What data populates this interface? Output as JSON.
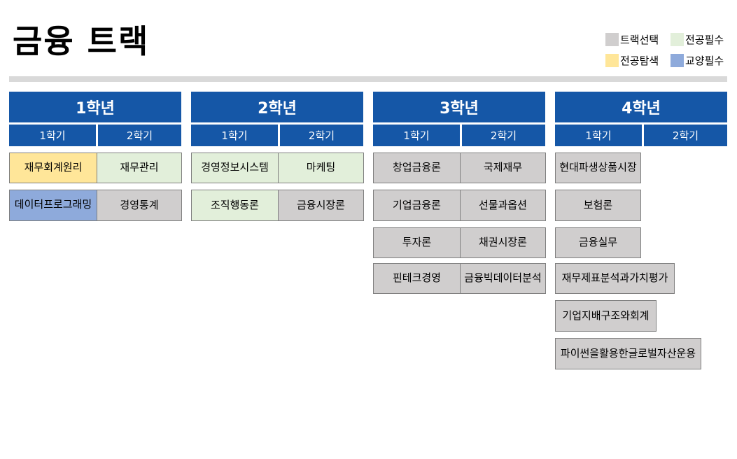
{
  "title": "금융 트랙",
  "legend": [
    {
      "label": "트랙선택",
      "color": "#d0cece"
    },
    {
      "label": "전공필수",
      "color": "#e2efda"
    },
    {
      "label": "전공탐색",
      "color": "#ffe699"
    },
    {
      "label": "교양필수",
      "color": "#8eaadb"
    }
  ],
  "years": [
    {
      "label": "1학년",
      "semesters": [
        "1학기",
        "2학기"
      ]
    },
    {
      "label": "2학년",
      "semesters": [
        "1학기",
        "2학기"
      ]
    },
    {
      "label": "3학년",
      "semesters": [
        "1학기",
        "2학기"
      ]
    },
    {
      "label": "4학년",
      "semesters": [
        "1학기",
        "2학기"
      ]
    }
  ],
  "courses": [
    {
      "name": "재무회계원리",
      "year": 1,
      "semester": 1,
      "category": "전공탐색"
    },
    {
      "name": "데이터프로그래밍",
      "year": 1,
      "semester": 1,
      "category": "교양필수"
    },
    {
      "name": "재무관리",
      "year": 1,
      "semester": 2,
      "category": "전공필수"
    },
    {
      "name": "경영통계",
      "year": 1,
      "semester": 2,
      "category": "트랙선택"
    },
    {
      "name": "경영정보시스템",
      "year": 2,
      "semester": 1,
      "category": "전공필수"
    },
    {
      "name": "조직행동론",
      "year": 2,
      "semester": 1,
      "category": "전공필수"
    },
    {
      "name": "마케팅",
      "year": 2,
      "semester": 2,
      "category": "전공필수"
    },
    {
      "name": "금융시장론",
      "year": 2,
      "semester": 2,
      "category": "트랙선택"
    },
    {
      "name": "창업금융론",
      "year": 3,
      "semester": 1,
      "category": "트랙선택"
    },
    {
      "name": "기업금융론",
      "year": 3,
      "semester": 1,
      "category": "트랙선택"
    },
    {
      "name": "투자론",
      "year": 3,
      "semester": 1,
      "category": "트랙선택"
    },
    {
      "name": "핀테크경영",
      "year": 3,
      "semester": 1,
      "category": "트랙선택"
    },
    {
      "name": "국제재무",
      "year": 3,
      "semester": 2,
      "category": "트랙선택"
    },
    {
      "name": "선물과옵션",
      "year": 3,
      "semester": 2,
      "category": "트랙선택"
    },
    {
      "name": "채권시장론",
      "year": 3,
      "semester": 2,
      "category": "트랙선택"
    },
    {
      "name": "금융빅데이터분석",
      "year": 3,
      "semester": 2,
      "category": "트랙선택"
    },
    {
      "name": "현대파생상품시장",
      "year": 4,
      "semester": 1,
      "category": "트랙선택"
    },
    {
      "name": "보험론",
      "year": 4,
      "semester": 1,
      "category": "트랙선택"
    },
    {
      "name": "금융실무",
      "year": 4,
      "semester": 1,
      "category": "트랙선택"
    },
    {
      "name": "재무제표분석과가치평가",
      "year": 4,
      "semester": 1,
      "category": "트랙선택"
    },
    {
      "name": "기업지배구조와회계",
      "year": 4,
      "semester": 1,
      "category": "트랙선택"
    },
    {
      "name": "파이썬을활용한글로벌자산운용",
      "year": 4,
      "semester": 1,
      "category": "트랙선택"
    }
  ]
}
